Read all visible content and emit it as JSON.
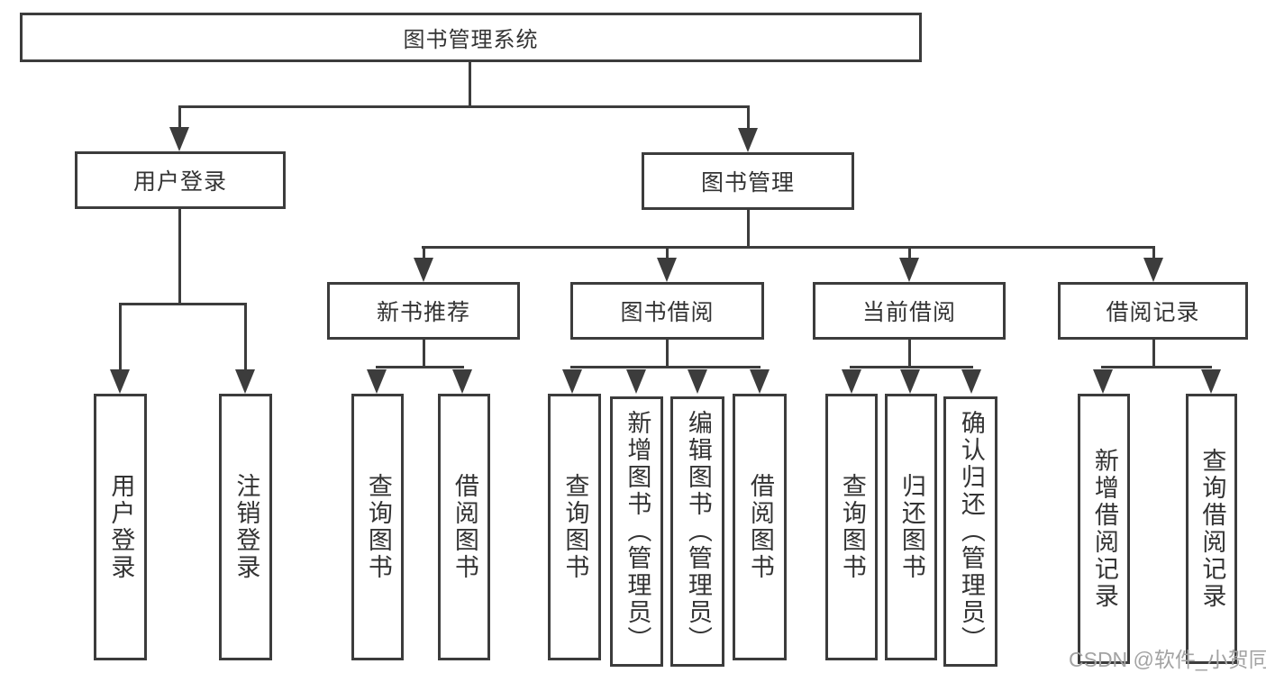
{
  "diagram": {
    "root": {
      "label": "图书管理系统"
    },
    "branches": [
      {
        "label": "用户登录",
        "children": [
          {
            "label": "用户登录"
          },
          {
            "label": "注销登录"
          }
        ]
      },
      {
        "label": "图书管理",
        "children": [
          {
            "label": "新书推荐",
            "children": [
              {
                "label": "查询图书"
              },
              {
                "label": "借阅图书"
              }
            ]
          },
          {
            "label": "图书借阅",
            "children": [
              {
                "label": "查询图书"
              },
              {
                "label": "新增图书（管理员）"
              },
              {
                "label": "编辑图书（管理员）"
              },
              {
                "label": "借阅图书"
              }
            ]
          },
          {
            "label": "当前借阅",
            "children": [
              {
                "label": "查询图书"
              },
              {
                "label": "归还图书"
              },
              {
                "label": "确认归还（管理员）"
              }
            ]
          },
          {
            "label": "借阅记录",
            "children": [
              {
                "label": "新增借阅记录"
              },
              {
                "label": "查询借阅记录"
              }
            ]
          }
        ]
      }
    ],
    "watermark": "CSDN @软件_小贺同学",
    "colors": {
      "line": "#3c3c3c",
      "text": "#333333",
      "watermark": "#a3a3a3",
      "background": "#ffffff"
    }
  }
}
